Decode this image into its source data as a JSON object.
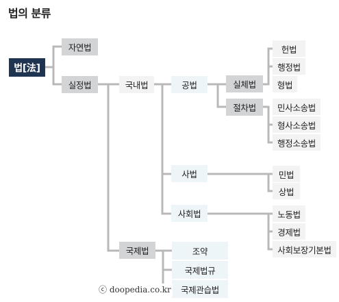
{
  "title": "법의 분류",
  "nodes": {
    "root": "법[法]",
    "natural_law": "자연법",
    "positive_law": "실정법",
    "domestic_law": "국내법",
    "international_law": "국제법",
    "public_law": "공법",
    "private_law": "사법",
    "social_law": "사회법",
    "substantive_law": "실체법",
    "procedural_law": "절차법",
    "constitution": "헌법",
    "administrative_law": "행정법",
    "criminal_law": "형법",
    "civil_procedure": "민사소송법",
    "criminal_procedure": "형사소송법",
    "administrative_procedure": "행정소송법",
    "civil_law": "민법",
    "commercial_law": "상법",
    "labor_law": "노동법",
    "economic_law": "경제법",
    "social_security_law": "사회보장기본법",
    "treaty": "조약",
    "international_regulations": "국제법규",
    "international_customary_law": "국제관습법"
  },
  "copyright": "ⓒ doopedia.co.kr",
  "colors": {
    "root_bg": "#1f3450",
    "level_bg": "#d2d4d6",
    "branch_bg": "#eef5f8",
    "leaf_bg": "#f3f3f3",
    "connector": "#b8b8b8"
  }
}
